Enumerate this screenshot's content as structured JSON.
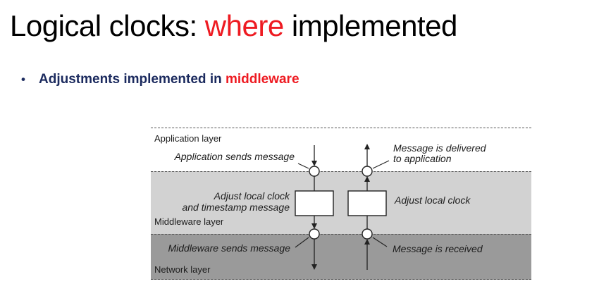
{
  "colors": {
    "accent_red": "#ee1b22",
    "heading_navy": "#1b2a5e",
    "middleware_band": "#d2d2d2",
    "network_band": "#9a9a9a",
    "diagram_ink": "#1c1c1c",
    "dash_color": "#555555"
  },
  "title": {
    "part1": "Logical clocks: ",
    "highlight": "where",
    "part2": " implemented"
  },
  "bullet": {
    "marker": "•",
    "part1": "Adjustments implemented in ",
    "highlight": "middleware"
  },
  "diagram": {
    "layer_labels": {
      "application": "Application layer",
      "middleware": "Middleware layer",
      "network": "Network layer"
    },
    "annotations": {
      "app_sends": "Application sends message",
      "delivered_line1": "Message is delivered",
      "delivered_line2": "to application",
      "adjust_send_line1": "Adjust local clock",
      "adjust_send_line2": "and timestamp message",
      "adjust_receive": "Adjust local clock",
      "mw_sends": "Middleware sends message",
      "received": "Message is received"
    }
  }
}
